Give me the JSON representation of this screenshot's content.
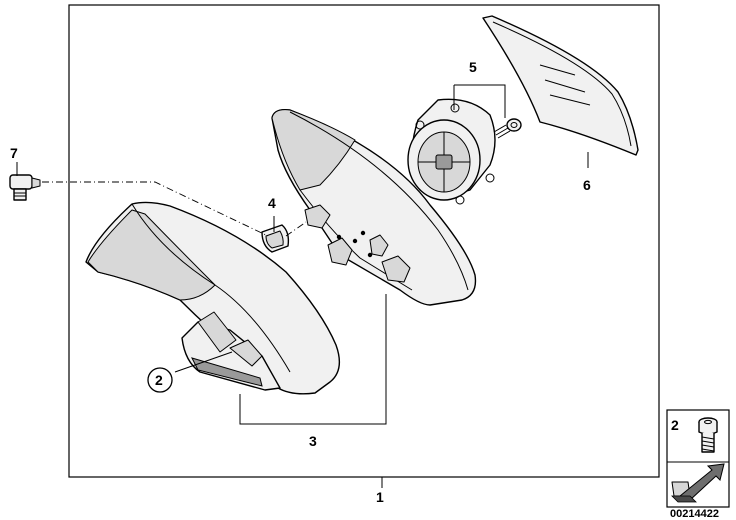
{
  "callouts": {
    "c1": "1",
    "c2": "2",
    "c3": "3",
    "c4": "4",
    "c5": "5",
    "c6": "6",
    "c7": "7"
  },
  "legend": {
    "number": "2"
  },
  "diagram_id": "00214422"
}
